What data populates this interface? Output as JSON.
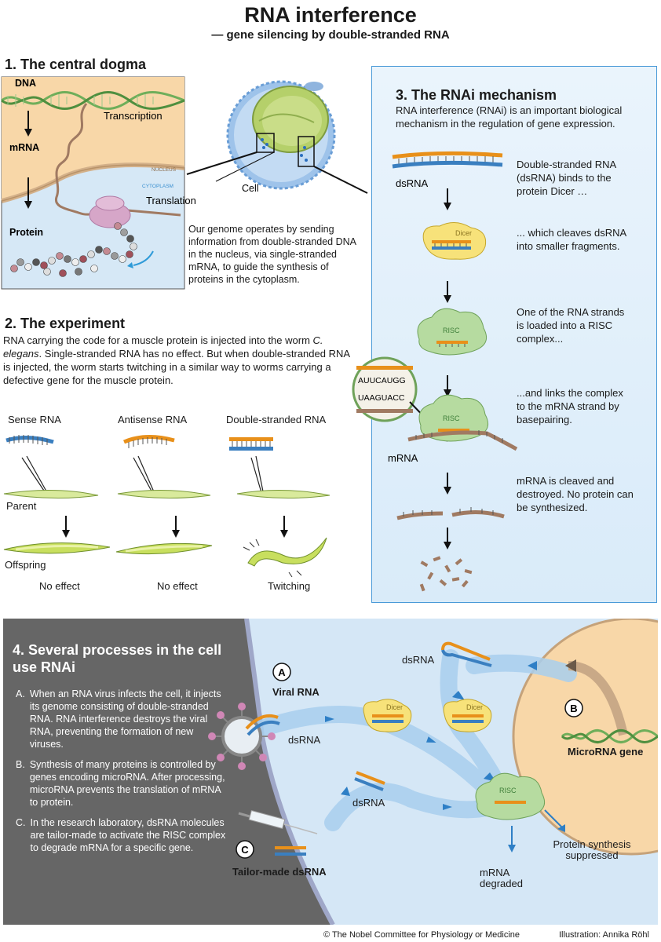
{
  "header": {
    "title": "RNA interference",
    "subtitle": "— gene silencing by double-stranded RNA"
  },
  "section1": {
    "heading": "1.  The central dogma",
    "dna": "DNA",
    "transcription": "Transcription",
    "mrna": "mRNA",
    "nucleus": "NUCLEUS",
    "cytoplasm": "CYTOPLASM",
    "translation": "Translation",
    "protein": "Protein",
    "cell": "Cell",
    "description": "Our genome operates by sending information from double-stranded DNA in the nucleus, via single-stranded mRNA, to guide the synthesis of proteins in the cytoplasm."
  },
  "section2": {
    "heading": "2.  The experiment",
    "intro_before": "RNA carrying the code for a muscle protein is injected into the worm ",
    "intro_italic": "C. elegans",
    "intro_after": ". Single-stranded RNA has no effect. But when double-stranded RNA is injected, the worm starts twitching in a similar way to worms carrying a defective gene for the muscle protein.",
    "col1": "Sense RNA",
    "col2": "Antisense RNA",
    "col3": "Double-stranded RNA",
    "parent": "Parent",
    "offspring": "Offspring",
    "result1": "No effect",
    "result2": "No effect",
    "result3": "Twitching"
  },
  "section3": {
    "heading": "3.  The RNAi mechanism",
    "intro": "RNA interference (RNAi) is an important biological mechanism in the regulation of gene expression.",
    "dsrna": "dsRNA",
    "dicer": "Dicer",
    "risc": "RISC",
    "mrna": "mRNA",
    "bases_top": "AUUCAUGG",
    "bases_bottom": "UAAGUACC",
    "step1": "Double-stranded RNA (dsRNA) binds to the protein Dicer …",
    "step2": "... which cleaves dsRNA into smaller fragments.",
    "step3": "One of the RNA strands is loaded into a RISC complex...",
    "step4": "...and links the complex to the mRNA strand by basepairing.",
    "step5": "mRNA is cleaved and destroyed. No protein can be synthesized."
  },
  "section4": {
    "heading": "4.  Several processes in the cell use RNAi",
    "items": [
      {
        "letter": "A.",
        "text": "When an RNA virus infects the cell, it injects its genome consisting of double-stranded RNA. RNA interference destroys the viral RNA, preventing the formation of new viruses."
      },
      {
        "letter": "B.",
        "text": "Synthesis of many proteins is controlled by genes encoding microRNA. After processing, microRNA prevents the translation of mRNA to protein."
      },
      {
        "letter": "C.",
        "text": "In the research laboratory, dsRNA molecules are tailor-made to activate the RISC complex to degrade mRNA for a specific gene."
      }
    ],
    "badge_a": "A",
    "badge_b": "B",
    "badge_c": "C",
    "viral_rna": "Viral RNA",
    "microrna_gene": "MicroRNA gene",
    "tailor_made": "Tailor-made dsRNA",
    "dsrna": "dsRNA",
    "dicer": "Dicer",
    "risc": "RISC",
    "protein_suppressed": "Protein synthesis suppressed",
    "mrna_degraded": "mRNA degraded"
  },
  "footer": {
    "copyright": "© The Nobel Committee for Physiology or Medicine",
    "illustration": "Illustration: Annika Röhl"
  },
  "colors": {
    "nucleus": "#f8d7a8",
    "cytoplasm": "#d6e8f6",
    "section3_bg": "#e3f0fb",
    "section4_dark": "#666666",
    "rna_orange": "#e8901a",
    "rna_blue": "#3a7fc0",
    "dicer_yellow": "#f7e27a",
    "risc_green": "#b6dba0",
    "dna_green": "#6fae5a",
    "mrna_brown": "#a07a62",
    "worm": "#d9ea9c"
  }
}
